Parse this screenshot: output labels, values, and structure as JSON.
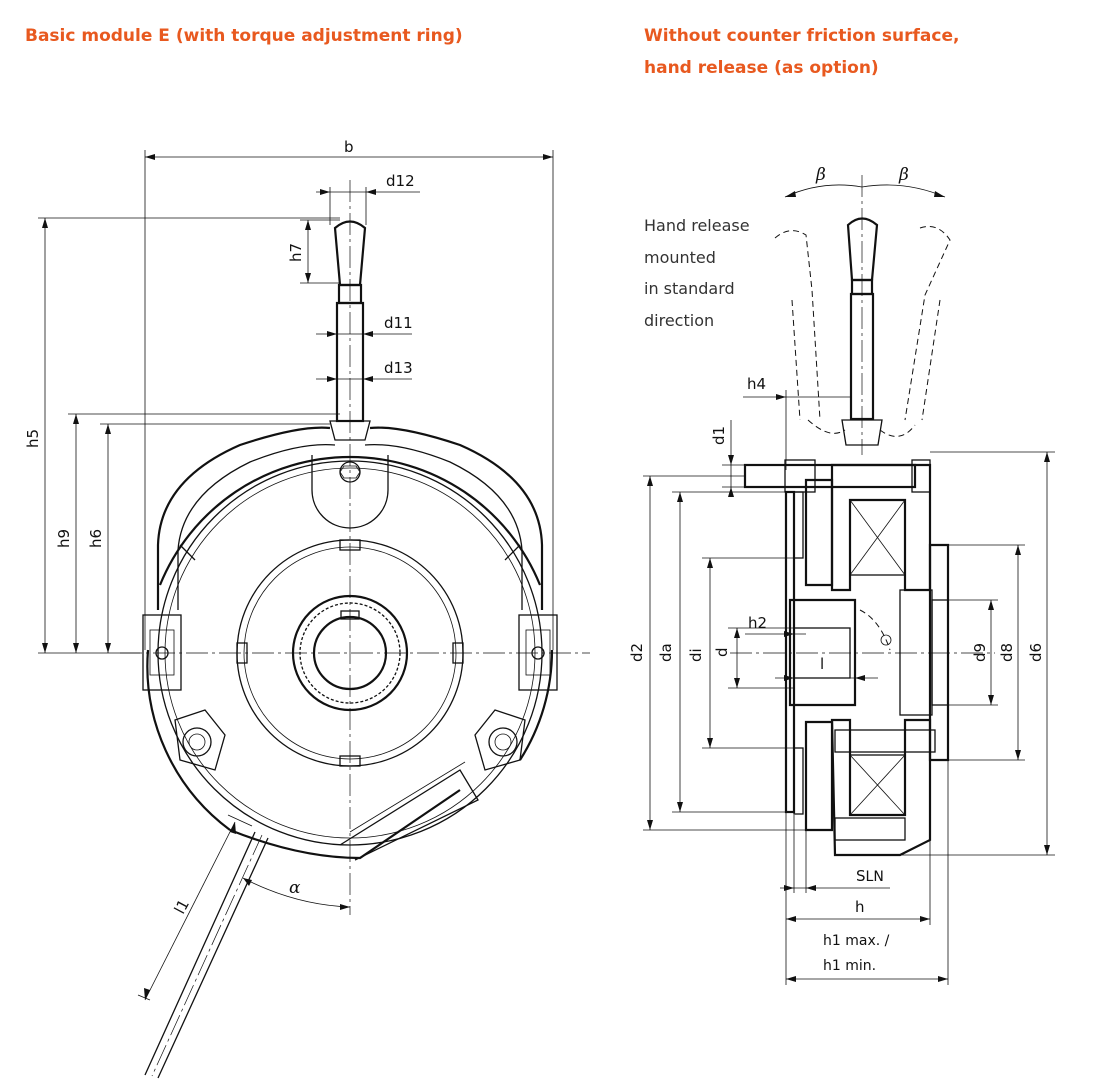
{
  "headings": {
    "left": "Basic module E (with torque adjustment ring)",
    "right_line1": "Without counter friction surface,",
    "right_line2": "hand release (as option)"
  },
  "note": {
    "line1": "Hand release",
    "line2": "mounted",
    "line3": "in standard",
    "line4": "direction"
  },
  "front_view_dims": {
    "b": "b",
    "d12": "d12",
    "h7": "h7",
    "d11": "d11",
    "d13": "d13",
    "h5": "h5",
    "h9": "h9",
    "h6": "h6",
    "alpha": "α",
    "l1": "l1"
  },
  "side_view_dims": {
    "beta_left": "β",
    "beta_right": "β",
    "h4": "h4",
    "d1": "d1",
    "d2": "d2",
    "da": "da",
    "di": "di",
    "d": "d",
    "h2": "h2",
    "l": "l",
    "d9": "d9",
    "d8": "d8",
    "d6": "d6",
    "sln_main": "S",
    "sln_sub": "LN",
    "h": "h",
    "h1_max": "h1 max. /",
    "h1_min": "h1 min."
  }
}
